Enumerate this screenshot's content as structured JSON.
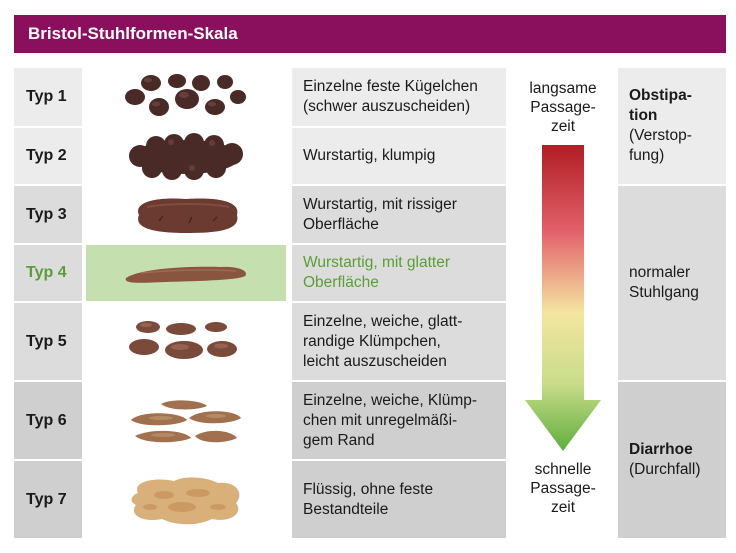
{
  "title": "Bristol-Stuhlformen-Skala",
  "rows": [
    {
      "type": "Typ 1",
      "desc_lines": [
        "Einzelne feste Kügelchen",
        "(schwer auszuscheiden)"
      ]
    },
    {
      "type": "Typ 2",
      "desc_lines": [
        "Wurstartig, klumpig"
      ]
    },
    {
      "type": "Typ 3",
      "desc_lines": [
        "Wurstartig, mit rissiger",
        "Oberfläche"
      ]
    },
    {
      "type": "Typ 4",
      "desc_lines": [
        "Wurstartig, mit glatter",
        "Oberfläche"
      ]
    },
    {
      "type": "Typ 5",
      "desc_lines": [
        "Einzelne, weiche, glatt-",
        "randige Klümpchen,",
        "leicht auszuscheiden"
      ]
    },
    {
      "type": "Typ 6",
      "desc_lines": [
        "Einzelne, weiche, Klümp-",
        "chen mit unregelmäßi-",
        "gem Rand"
      ]
    },
    {
      "type": "Typ 7",
      "desc_lines": [
        "Flüssig, ohne feste",
        "Bestandteile"
      ]
    }
  ],
  "arrow": {
    "top_lines": [
      "langsame",
      "Passage-",
      "zeit"
    ],
    "bottom_lines": [
      "schnelle",
      "Passage-",
      "zeit"
    ]
  },
  "categories": {
    "obstipation": {
      "bold_lines": [
        "Obstipa-",
        "tion"
      ],
      "lines": [
        "(Verstop-",
        "fung)"
      ]
    },
    "normal": {
      "lines": [
        "normaler",
        "Stuhlgang"
      ]
    },
    "diarrhoe": {
      "bold_lines": [
        "Diarrhoe"
      ],
      "lines": [
        "(Durchfall)"
      ]
    }
  },
  "colors": {
    "title_bg": "#8a0f5d",
    "highlight_bg": "#c6dfae",
    "highlight_text": "#5a9e35",
    "arrow_top": "#b01e23",
    "arrow_mid": "#f4e6a0",
    "arrow_bottom": "#5fae3b"
  }
}
